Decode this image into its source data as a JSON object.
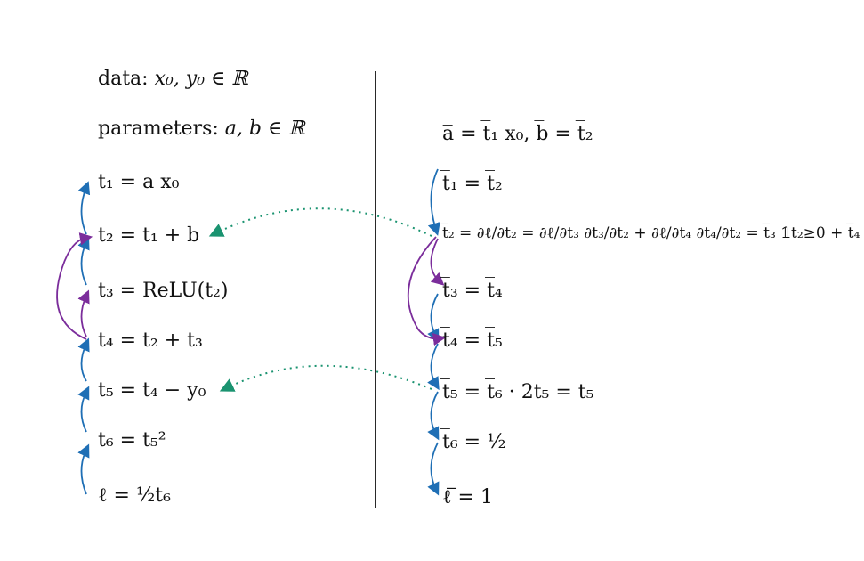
{
  "left": {
    "data_label": "data:",
    "data_vars": "x₀, y₀ ∈ ℝ",
    "params_label": "parameters:",
    "params_vars": "a, b ∈ ℝ",
    "t1": "t₁ = a x₀",
    "t2": "t₂ = t₁ + b",
    "t3": "t₃ = ReLU(t₂)",
    "t4": "t₄ = t₂ + t₃",
    "t5": "t₅ = t₄ − y₀",
    "t6": "t₆ = t₅²",
    "ell": "ℓ = ½t₆"
  },
  "right": {
    "ab": "a̅ = t̅₁ x₀,  b̅ = t̅₂",
    "t1": "t̅₁ = t̅₂",
    "t2": "t̅₂ = ∂ℓ/∂t₂ = ∂ℓ/∂t₃ ∂t₃/∂t₂ + ∂ℓ/∂t₄ ∂t₄/∂t₂ = t̅₃ 𝟙t₂≥0 + t̅₄",
    "t3": "t̅₃ = t̅₄",
    "t4": "t̅₄ = t̅₅",
    "t5": "t̅₅ = t̅₆ · 2t₅ = t₅",
    "t6": "t̅₆ = ½",
    "ell": "ℓ̅ = 1"
  },
  "colors": {
    "blue_arrows": "#1f6fb5",
    "purple_arrows": "#7b2d9b",
    "green_dotted": "#1a9370",
    "divider": "#111111"
  }
}
